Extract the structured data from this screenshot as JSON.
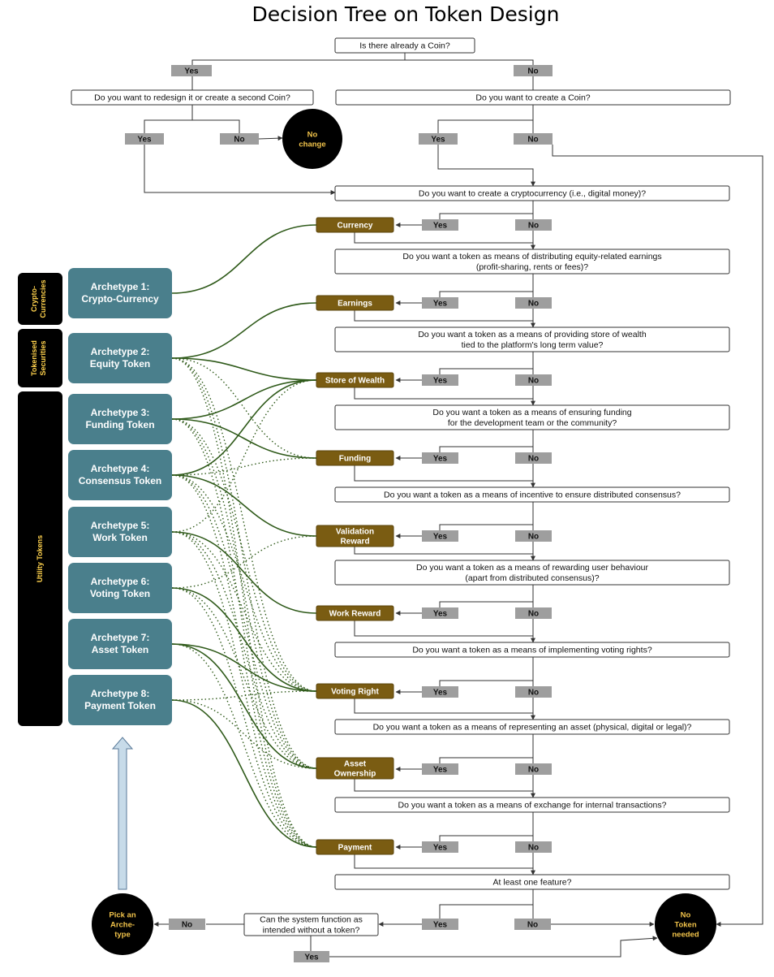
{
  "title": "Decision Tree on Token Design",
  "labels": {
    "yes": "Yes",
    "no": "No"
  },
  "questions": {
    "q1": "Is there already a Coin?",
    "q2": "Do you want to redesign it or create a second Coin?",
    "q3": "Do you want to create a Coin?",
    "q4": "Do you want to create a cryptocurrency (i.e., digital money)?",
    "q5": [
      "Do you want a token as means of distributing equity-related earnings",
      "(profit-sharing, rents or fees)?"
    ],
    "q6": [
      "Do you want a token as a means of providing store of wealth",
      "tied to the platform's long term value?"
    ],
    "q7": [
      "Do you want a token as a means of ensuring funding",
      "for the development team or the community?"
    ],
    "q8": "Do you want a token as a means of incentive to ensure distributed consensus?",
    "q9": [
      "Do you want a token as a means of rewarding user behaviour",
      "(apart from distributed consensus)?"
    ],
    "q10": "Do you want a token as a means of implementing voting rights?",
    "q11": "Do you want a token as a means of representing an asset (physical, digital or legal)?",
    "q12": "Do you want a token as a means of exchange for internal transactions?",
    "q13": "At least one feature?",
    "q14": [
      "Can the system function as",
      "intended without a token?"
    ]
  },
  "features": [
    [
      "Currency"
    ],
    [
      "Earnings"
    ],
    [
      "Store of Wealth"
    ],
    [
      "Funding"
    ],
    [
      "Validation",
      "Reward"
    ],
    [
      "Work  Reward"
    ],
    [
      "Voting Right"
    ],
    [
      "Asset",
      "Ownership"
    ],
    [
      "Payment"
    ]
  ],
  "archetypes": [
    [
      "Archetype 1:",
      "Crypto-Currency"
    ],
    [
      "Archetype 2:",
      "Equity Token"
    ],
    [
      "Archetype 3:",
      "Funding Token"
    ],
    [
      "Archetype 4:",
      "Consensus Token"
    ],
    [
      "Archetype 5:",
      "Work Token"
    ],
    [
      "Archetype 6:",
      "Voting Token"
    ],
    [
      "Archetype 7:",
      "Asset Token"
    ],
    [
      "Archetype 8:",
      "Payment Token"
    ]
  ],
  "categories": [
    [
      "Crypto-",
      "Currencies"
    ],
    [
      "Tokenised",
      "Securities"
    ],
    [
      "Utility Tokens"
    ]
  ],
  "terminals": {
    "no_change": [
      "No",
      "change"
    ],
    "no_token": [
      "No",
      "Token",
      "needed"
    ],
    "pick": [
      "Pick an",
      "Arche-",
      "type"
    ]
  },
  "colors": {
    "feature": "#7a5c12",
    "archetype": "#4a7f8c",
    "pill": "#9e9e9e",
    "connector": "#2f5a1a",
    "arrow": "#c7dbe9"
  }
}
